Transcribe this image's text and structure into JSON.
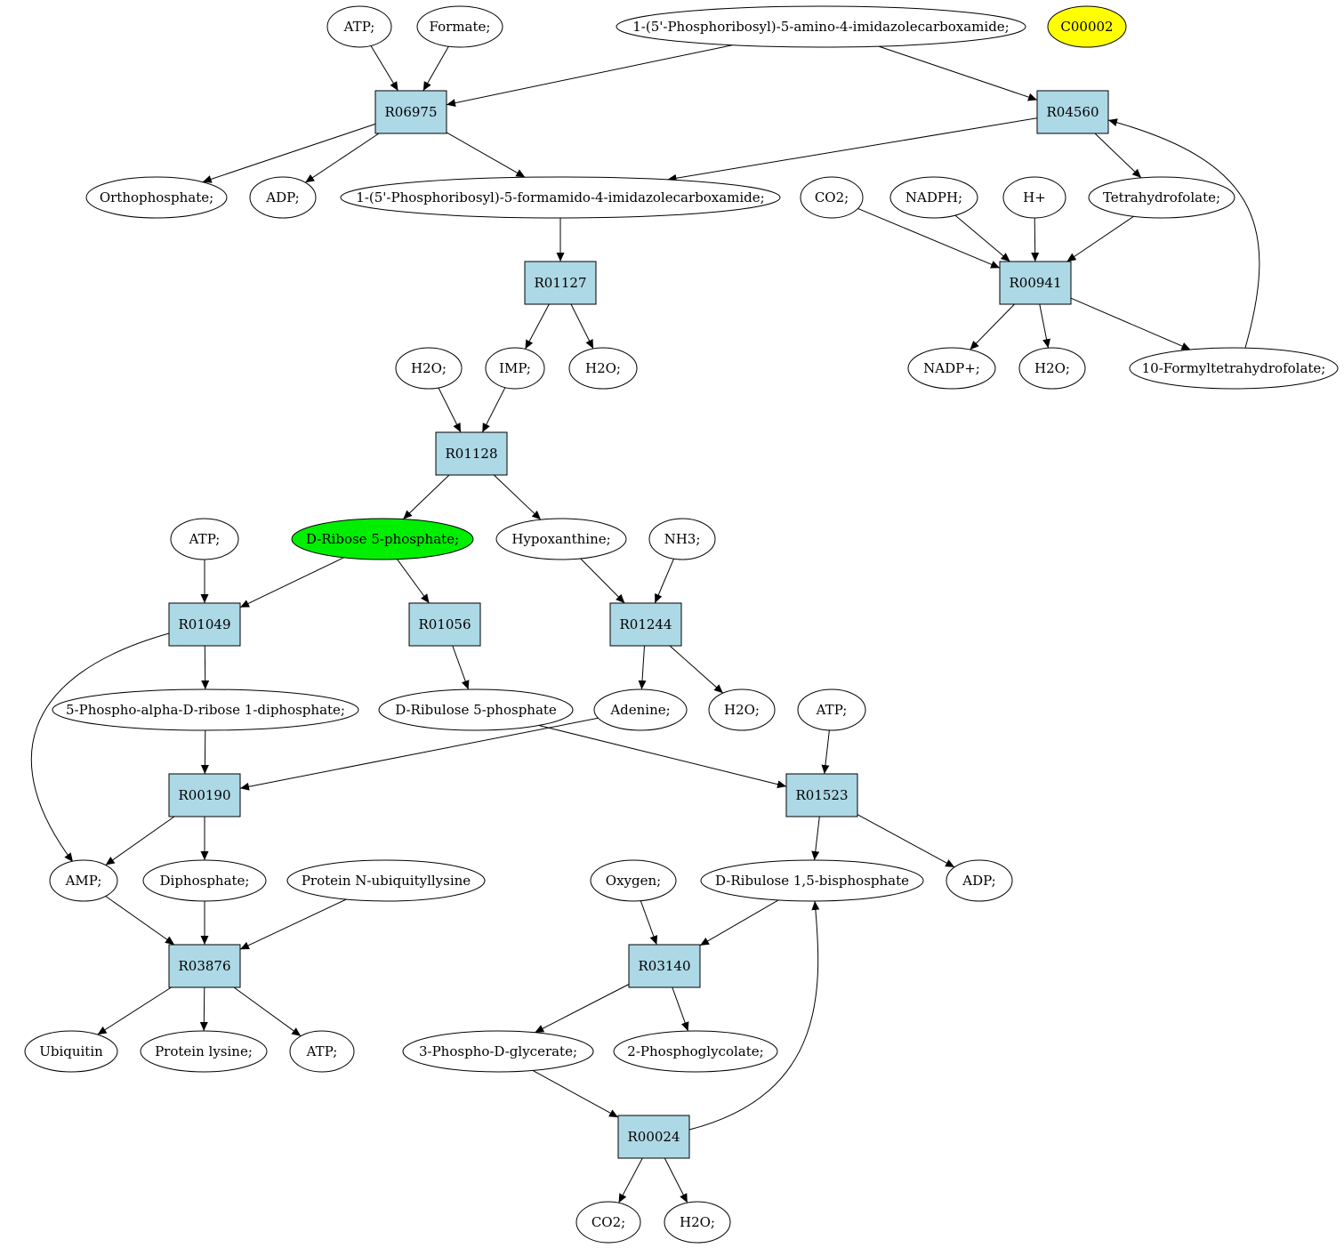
{
  "colors": {
    "reaction_fill": "#add8e6",
    "compound_fill": "#ffffff",
    "highlight_green": "#00ee00",
    "highlight_yellow": "#ffff00",
    "edge": "#000000"
  },
  "nodes": [
    {
      "id": "c_atp_1",
      "label": "ATP;",
      "kind": "compound"
    },
    {
      "id": "c_formate",
      "label": "Formate;",
      "kind": "compound"
    },
    {
      "id": "c_aicar",
      "label": "1-(5'-Phosphoribosyl)-5-amino-4-imidazolecarboxamide;",
      "kind": "compound"
    },
    {
      "id": "c_c00002",
      "label": "C00002",
      "kind": "compound",
      "highlight": "highlight_yellow"
    },
    {
      "id": "r_R06975",
      "label": "R06975",
      "kind": "reaction"
    },
    {
      "id": "r_R04560",
      "label": "R04560",
      "kind": "reaction"
    },
    {
      "id": "c_orthophosphate",
      "label": "Orthophosphate;",
      "kind": "compound"
    },
    {
      "id": "c_adp_1",
      "label": "ADP;",
      "kind": "compound"
    },
    {
      "id": "c_faicar",
      "label": "1-(5'-Phosphoribosyl)-5-formamido-4-imidazolecarboxamide;",
      "kind": "compound"
    },
    {
      "id": "c_co2_1",
      "label": "CO2;",
      "kind": "compound"
    },
    {
      "id": "c_nadph",
      "label": "NADPH;",
      "kind": "compound"
    },
    {
      "id": "c_hplus",
      "label": "H+",
      "kind": "compound"
    },
    {
      "id": "c_thf",
      "label": "Tetrahydrofolate;",
      "kind": "compound"
    },
    {
      "id": "r_R01127",
      "label": "R01127",
      "kind": "reaction"
    },
    {
      "id": "r_R00941",
      "label": "R00941",
      "kind": "reaction"
    },
    {
      "id": "c_h2o_1",
      "label": "H2O;",
      "kind": "compound"
    },
    {
      "id": "c_imp",
      "label": "IMP;",
      "kind": "compound"
    },
    {
      "id": "c_h2o_2",
      "label": "H2O;",
      "kind": "compound"
    },
    {
      "id": "c_nadpplus",
      "label": "NADP+;",
      "kind": "compound"
    },
    {
      "id": "c_h2o_3",
      "label": "H2O;",
      "kind": "compound"
    },
    {
      "id": "c_10fthf",
      "label": "10-Formyltetrahydrofolate;",
      "kind": "compound"
    },
    {
      "id": "r_R01128",
      "label": "R01128",
      "kind": "reaction"
    },
    {
      "id": "c_atp_2",
      "label": "ATP;",
      "kind": "compound"
    },
    {
      "id": "c_r5p",
      "label": "D-Ribose 5-phosphate;",
      "kind": "compound",
      "highlight": "highlight_green"
    },
    {
      "id": "c_hypoxanthine",
      "label": "Hypoxanthine;",
      "kind": "compound"
    },
    {
      "id": "c_nh3",
      "label": "NH3;",
      "kind": "compound"
    },
    {
      "id": "r_R01049",
      "label": "R01049",
      "kind": "reaction"
    },
    {
      "id": "r_R01056",
      "label": "R01056",
      "kind": "reaction"
    },
    {
      "id": "r_R01244",
      "label": "R01244",
      "kind": "reaction"
    },
    {
      "id": "c_prpp",
      "label": "5-Phospho-alpha-D-ribose 1-diphosphate;",
      "kind": "compound"
    },
    {
      "id": "c_ru5p",
      "label": "D-Ribulose 5-phosphate",
      "kind": "compound"
    },
    {
      "id": "c_adenine",
      "label": "Adenine;",
      "kind": "compound"
    },
    {
      "id": "c_h2o_4",
      "label": "H2O;",
      "kind": "compound"
    },
    {
      "id": "c_atp_3",
      "label": "ATP;",
      "kind": "compound"
    },
    {
      "id": "r_R00190",
      "label": "R00190",
      "kind": "reaction"
    },
    {
      "id": "r_R01523",
      "label": "R01523",
      "kind": "reaction"
    },
    {
      "id": "c_amp",
      "label": "AMP;",
      "kind": "compound"
    },
    {
      "id": "c_diphosphate",
      "label": "Diphosphate;",
      "kind": "compound"
    },
    {
      "id": "c_protein_nub",
      "label": "Protein N-ubiquityllysine",
      "kind": "compound"
    },
    {
      "id": "c_oxygen",
      "label": "Oxygen;",
      "kind": "compound"
    },
    {
      "id": "c_rubp",
      "label": "D-Ribulose 1,5-bisphosphate",
      "kind": "compound"
    },
    {
      "id": "c_adp_2",
      "label": "ADP;",
      "kind": "compound"
    },
    {
      "id": "r_R03876",
      "label": "R03876",
      "kind": "reaction"
    },
    {
      "id": "r_R03140",
      "label": "R03140",
      "kind": "reaction"
    },
    {
      "id": "c_ubiquitin",
      "label": "Ubiquitin",
      "kind": "compound"
    },
    {
      "id": "c_protein_lysine",
      "label": "Protein lysine;",
      "kind": "compound"
    },
    {
      "id": "c_atp_4",
      "label": "ATP;",
      "kind": "compound"
    },
    {
      "id": "c_3pg",
      "label": "3-Phospho-D-glycerate;",
      "kind": "compound"
    },
    {
      "id": "c_2pglycolate",
      "label": "2-Phosphoglycolate;",
      "kind": "compound"
    },
    {
      "id": "r_R00024",
      "label": "R00024",
      "kind": "reaction"
    },
    {
      "id": "c_co2_2",
      "label": "CO2;",
      "kind": "compound"
    },
    {
      "id": "c_h2o_5",
      "label": "H2O;",
      "kind": "compound"
    }
  ],
  "edges": [
    {
      "from": "c_atp_1",
      "to": "r_R06975"
    },
    {
      "from": "c_formate",
      "to": "r_R06975"
    },
    {
      "from": "c_aicar",
      "to": "r_R06975"
    },
    {
      "from": "c_aicar",
      "to": "r_R04560"
    },
    {
      "from": "r_R06975",
      "to": "c_orthophosphate"
    },
    {
      "from": "r_R06975",
      "to": "c_adp_1"
    },
    {
      "from": "r_R06975",
      "to": "c_faicar"
    },
    {
      "from": "r_R04560",
      "to": "c_faicar"
    },
    {
      "from": "r_R04560",
      "to": "c_thf"
    },
    {
      "from": "c_co2_1",
      "to": "r_R00941"
    },
    {
      "from": "c_nadph",
      "to": "r_R00941"
    },
    {
      "from": "c_hplus",
      "to": "r_R00941"
    },
    {
      "from": "c_thf",
      "to": "r_R00941"
    },
    {
      "from": "c_faicar",
      "to": "r_R01127"
    },
    {
      "from": "r_R01127",
      "to": "c_imp"
    },
    {
      "from": "r_R01127",
      "to": "c_h2o_2"
    },
    {
      "from": "r_R00941",
      "to": "c_nadpplus"
    },
    {
      "from": "r_R00941",
      "to": "c_h2o_3"
    },
    {
      "from": "r_R00941",
      "to": "c_10fthf"
    },
    {
      "from": "c_10fthf",
      "to": "r_R04560"
    },
    {
      "from": "c_h2o_1",
      "to": "r_R01128"
    },
    {
      "from": "c_imp",
      "to": "r_R01128"
    },
    {
      "from": "r_R01128",
      "to": "c_r5p"
    },
    {
      "from": "r_R01128",
      "to": "c_hypoxanthine"
    },
    {
      "from": "c_atp_2",
      "to": "r_R01049"
    },
    {
      "from": "c_r5p",
      "to": "r_R01049"
    },
    {
      "from": "c_r5p",
      "to": "r_R01056"
    },
    {
      "from": "c_hypoxanthine",
      "to": "r_R01244"
    },
    {
      "from": "c_nh3",
      "to": "r_R01244"
    },
    {
      "from": "r_R01049",
      "to": "c_prpp"
    },
    {
      "from": "r_R01049",
      "to": "c_amp"
    },
    {
      "from": "r_R01056",
      "to": "c_ru5p"
    },
    {
      "from": "r_R01244",
      "to": "c_adenine"
    },
    {
      "from": "r_R01244",
      "to": "c_h2o_4"
    },
    {
      "from": "c_prpp",
      "to": "r_R00190"
    },
    {
      "from": "c_adenine",
      "to": "r_R00190"
    },
    {
      "from": "c_ru5p",
      "to": "r_R01523"
    },
    {
      "from": "c_atp_3",
      "to": "r_R01523"
    },
    {
      "from": "r_R00190",
      "to": "c_amp"
    },
    {
      "from": "r_R00190",
      "to": "c_diphosphate"
    },
    {
      "from": "r_R01523",
      "to": "c_rubp"
    },
    {
      "from": "r_R01523",
      "to": "c_adp_2"
    },
    {
      "from": "c_amp",
      "to": "r_R03876"
    },
    {
      "from": "c_diphosphate",
      "to": "r_R03876"
    },
    {
      "from": "c_protein_nub",
      "to": "r_R03876"
    },
    {
      "from": "c_oxygen",
      "to": "r_R03140"
    },
    {
      "from": "c_rubp",
      "to": "r_R03140"
    },
    {
      "from": "r_R03876",
      "to": "c_ubiquitin"
    },
    {
      "from": "r_R03876",
      "to": "c_protein_lysine"
    },
    {
      "from": "r_R03876",
      "to": "c_atp_4"
    },
    {
      "from": "r_R03140",
      "to": "c_3pg"
    },
    {
      "from": "r_R03140",
      "to": "c_2pglycolate"
    },
    {
      "from": "c_3pg",
      "to": "r_R00024"
    },
    {
      "from": "r_R00024",
      "to": "c_co2_2"
    },
    {
      "from": "r_R00024",
      "to": "c_h2o_5"
    },
    {
      "from": "r_R00024",
      "to": "c_rubp"
    }
  ]
}
